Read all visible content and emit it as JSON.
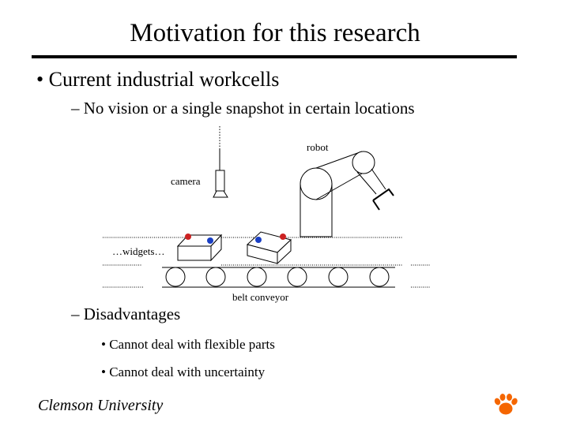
{
  "slide": {
    "title": "Motivation for this research",
    "bullets": {
      "b1": "• Current industrial workcells",
      "b1_sub": "– No vision or a single snapshot in certain locations",
      "b2": "– Disadvantages",
      "b2_items": [
        "• Cannot deal with flexible parts",
        "• Cannot deal with uncertainty"
      ]
    }
  },
  "diagram": {
    "labels": {
      "robot": "robot",
      "camera": "camera",
      "widgets": "…widgets…",
      "conveyor": "belt conveyor"
    },
    "colors": {
      "dot_red": "#cc2222",
      "dot_blue": "#1a3fc4"
    }
  },
  "footer": {
    "institution": "Clemson University",
    "logo_icon": "tiger-paw-icon",
    "logo_color": "#f56600"
  }
}
